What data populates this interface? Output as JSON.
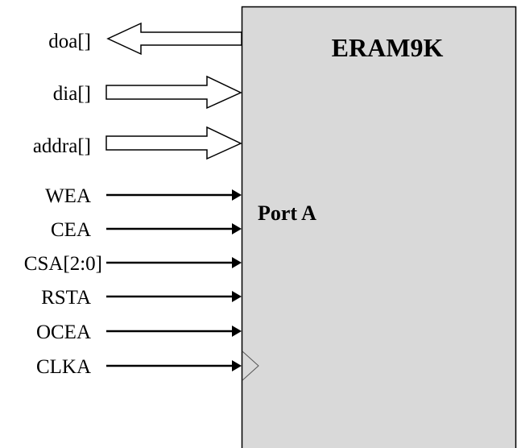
{
  "block": {
    "title": "ERAM9K",
    "port_label": "Port A",
    "fill_color": "#d9d9d9",
    "border_color": "#000000"
  },
  "bus_signals": [
    {
      "label": "doa[]",
      "direction": "output",
      "style": "bus"
    },
    {
      "label": "dia[]",
      "direction": "input",
      "style": "bus"
    },
    {
      "label": "addra[]",
      "direction": "input",
      "style": "bus"
    }
  ],
  "control_signals": [
    {
      "label": "WEA",
      "direction": "input"
    },
    {
      "label": "CEA",
      "direction": "input"
    },
    {
      "label": "CSA[2:0]",
      "direction": "input"
    },
    {
      "label": "RSTA",
      "direction": "input"
    },
    {
      "label": "OCEA",
      "direction": "input"
    },
    {
      "label": "CLKA",
      "direction": "input",
      "clock": true
    }
  ]
}
